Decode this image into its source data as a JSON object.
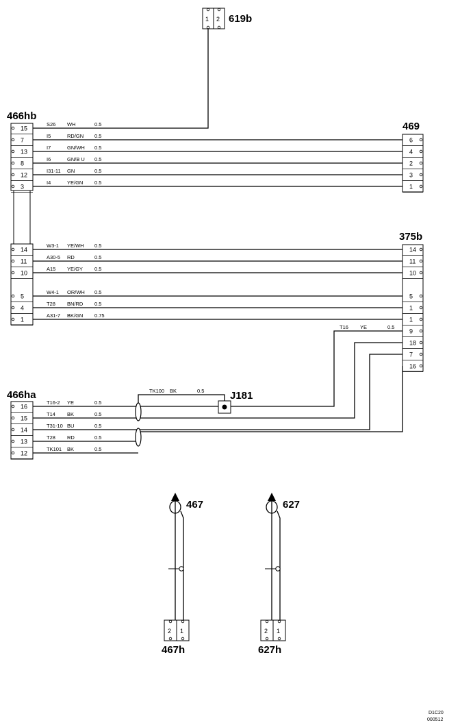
{
  "diagram": {
    "connectors": {
      "c619b": {
        "name": "619b",
        "pins": [
          "1",
          "2"
        ]
      },
      "c466hb": {
        "name": "466hb",
        "pins": [
          "15",
          "7",
          "13",
          "8",
          "12",
          "3",
          "14",
          "11",
          "10",
          "5",
          "4",
          "1"
        ]
      },
      "c469": {
        "name": "469",
        "pins": [
          "6",
          "4",
          "2",
          "3",
          "1"
        ]
      },
      "c375b": {
        "name": "375b",
        "pins": [
          "14",
          "11",
          "10",
          "5",
          "1",
          "1",
          "9",
          "18",
          "7",
          "16"
        ]
      },
      "c466ha": {
        "name": "466ha",
        "pins": [
          "16",
          "15",
          "14",
          "13",
          "12"
        ]
      },
      "j181": {
        "name": "J181"
      },
      "c467": {
        "name": "467"
      },
      "c627": {
        "name": "627"
      },
      "c467h": {
        "name": "467h",
        "pins": [
          "2",
          "1"
        ]
      },
      "c627h": {
        "name": "627h",
        "pins": [
          "2",
          "1"
        ]
      }
    },
    "wires_hb": [
      {
        "circuit": "S26",
        "color": "WH",
        "size": "0.5"
      },
      {
        "circuit": "I5",
        "color": "RD/GN",
        "size": "0.5"
      },
      {
        "circuit": "I7",
        "color": "GN/WH",
        "size": "0.5"
      },
      {
        "circuit": "I6",
        "color": "GN/B U",
        "size": "0.5"
      },
      {
        "circuit": "I31-11",
        "color": "GN",
        "size": "0.5"
      },
      {
        "circuit": "I4",
        "color": "YE/GN",
        "size": "0.5"
      },
      {
        "circuit": "W3-1",
        "color": "YE/WH",
        "size": "0.5"
      },
      {
        "circuit": "A30-5",
        "color": "RD",
        "size": "0.5"
      },
      {
        "circuit": "A15",
        "color": "YE/GY",
        "size": "0.5"
      },
      {
        "circuit": "W4-1",
        "color": "OR/WH",
        "size": "0.5"
      },
      {
        "circuit": "T28",
        "color": "BN/RD",
        "size": "0.5"
      },
      {
        "circuit": "A31-7",
        "color": "BK/GN",
        "size": "0.75"
      }
    ],
    "wires_ha": [
      {
        "circuit": "T16-2",
        "color": "YE",
        "size": "0.5"
      },
      {
        "circuit": "T14",
        "color": "BK",
        "size": "0.5"
      },
      {
        "circuit": "T31-10",
        "color": "BU",
        "size": "0.5"
      },
      {
        "circuit": "T28",
        "color": "RD",
        "size": "0.5"
      },
      {
        "circuit": "TK101",
        "color": "BK",
        "size": "0.5"
      }
    ],
    "wire_t16": {
      "circuit": "T16",
      "color": "YE",
      "size": "0.5"
    },
    "wire_tk100": {
      "circuit": "TK100",
      "color": "BK",
      "size": "0.5"
    },
    "footer": {
      "line1": "D1C20",
      "line2": "000512"
    }
  }
}
